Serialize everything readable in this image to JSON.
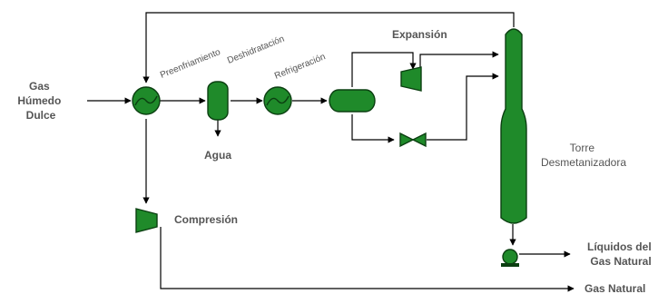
{
  "labels": {
    "feed_gas": [
      "Gas",
      "Húmedo",
      "Dulce"
    ],
    "preenfriamiento": "Preenfriamiento",
    "deshidratacion": "Deshidratación",
    "refrigeracion": "Refrigeración",
    "expansion": "Expansión",
    "agua": "Agua",
    "torre": [
      "Torre",
      "Desmetanizadora"
    ],
    "compresion": "Compresión",
    "liquidos": [
      "Líquidos del",
      "Gas Natural"
    ],
    "gas_natural": "Gas Natural"
  },
  "colors": {
    "equipment_fill": "#1f8a2a",
    "equipment_outline": "#0b3f11",
    "pipe": "#000000",
    "text": "#555555"
  },
  "icons": {
    "heat_exchanger": "heat-exchanger-icon",
    "dehydrator": "vertical-vessel-icon",
    "chiller": "heat-exchanger-icon",
    "separator": "horizontal-vessel-icon",
    "expander": "turboexpander-icon",
    "valve": "valve-icon",
    "column": "column-icon",
    "compressor": "compressor-icon",
    "pump": "pump-icon"
  }
}
